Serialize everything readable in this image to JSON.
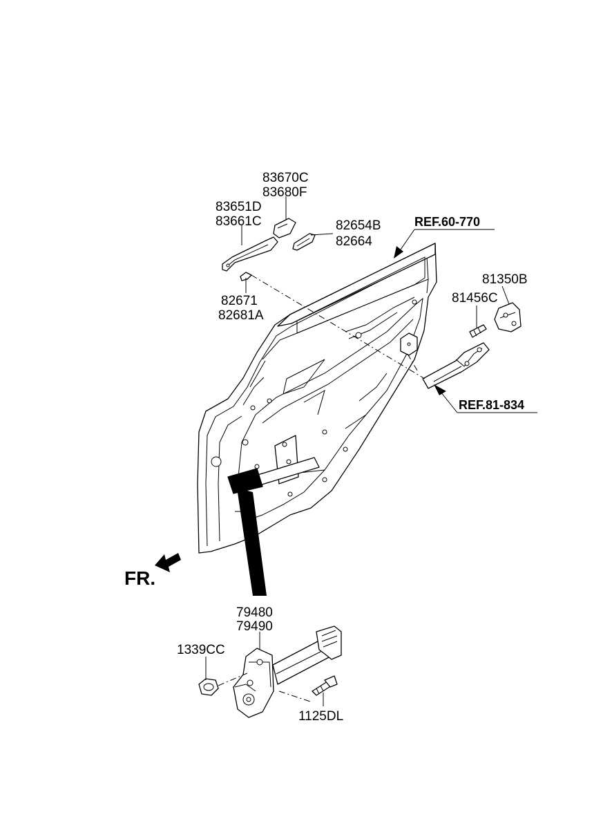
{
  "labels": {
    "p83670C": "83670C",
    "p83680F": "83680F",
    "p83651D": "83651D",
    "p83661C": "83661C",
    "p82654B": "82654B",
    "p82664": "82664",
    "p82671": "82671",
    "p82681A": "82681A",
    "p81350B": "81350B",
    "p81456C": "81456C",
    "p79480": "79480",
    "p79490": "79490",
    "p1339CC": "1339CC",
    "p1125DL": "1125DL"
  },
  "refs": {
    "r60_770": "REF.60-770",
    "r81_834": "REF.81-834"
  },
  "direction": {
    "front": "FR."
  }
}
